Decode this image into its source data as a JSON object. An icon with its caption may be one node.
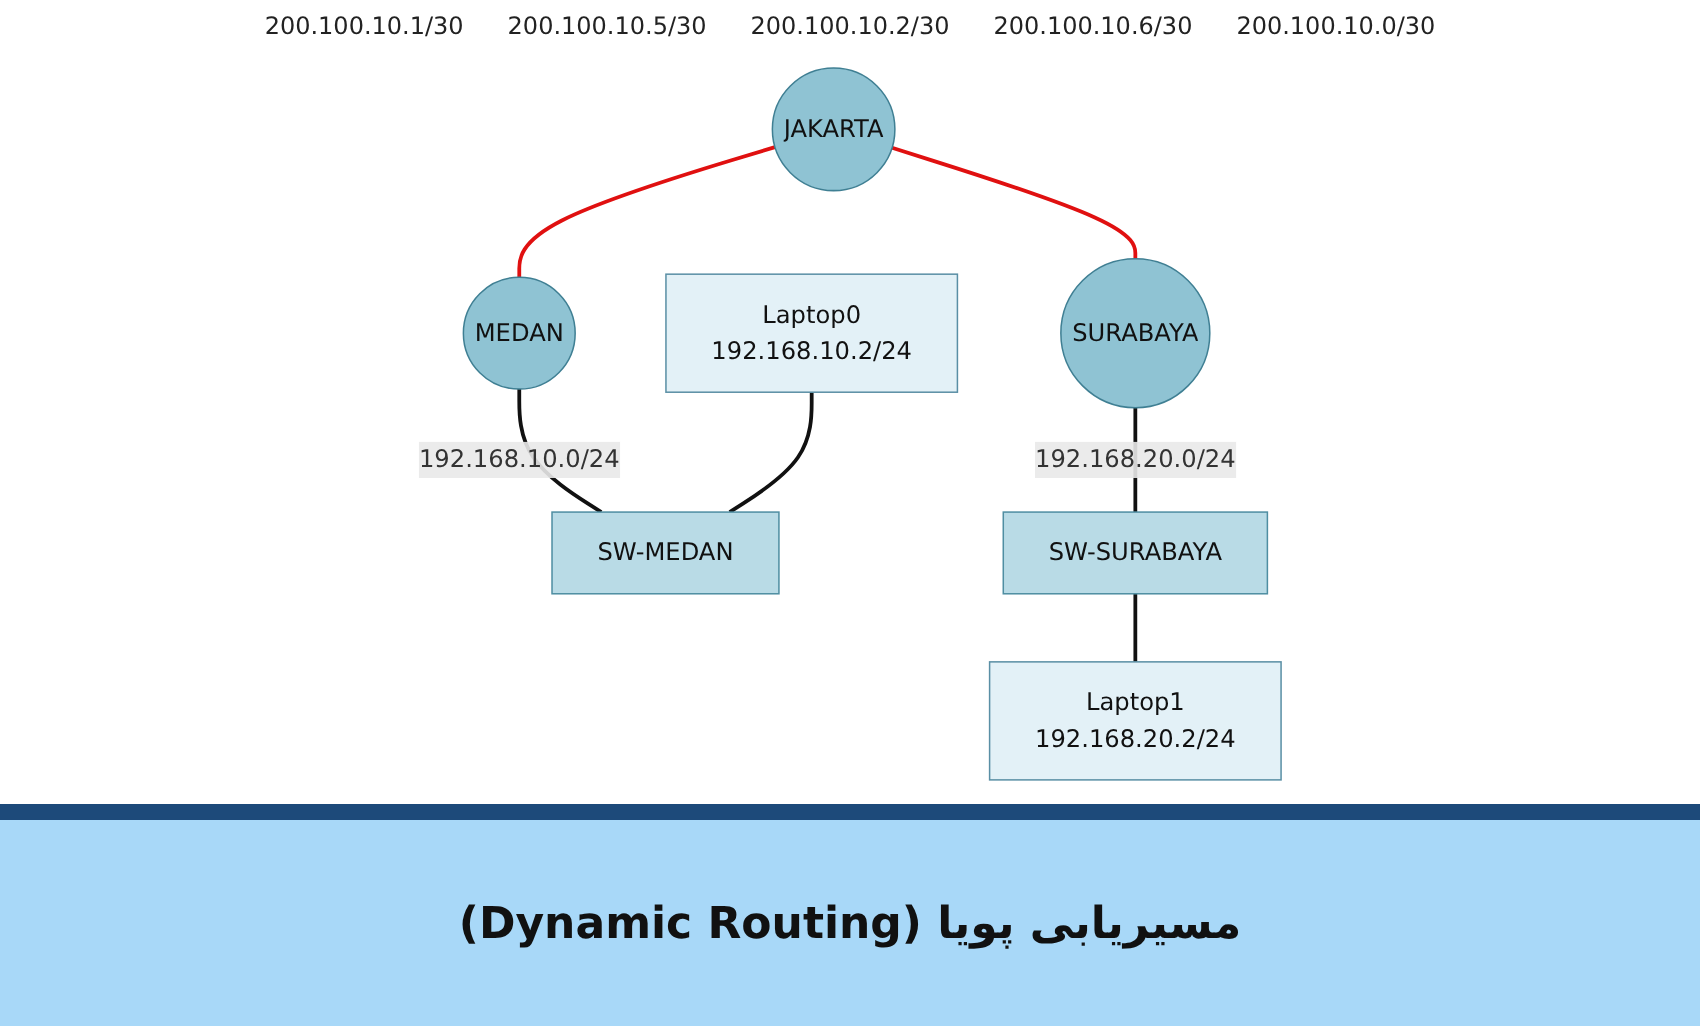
{
  "diagram": {
    "title": "مسیریابی پویا (Dynamic Routing)",
    "nodes": [
      {
        "text": [
          "JAKARTA"
        ]
      },
      {
        "text": [
          "MEDAN"
        ]
      },
      {
        "text": [
          "SURABAYA"
        ]
      },
      {
        "text": [
          "Laptop0",
          "192.168.10.2/24"
        ]
      },
      {
        "text": [
          "SW-MEDAN"
        ]
      },
      {
        "text": [
          "SW-SURABAYA"
        ]
      },
      {
        "text": [
          "Laptop1",
          "192.168.20.2/24"
        ]
      }
    ],
    "edges": [
      {
        "from": 0,
        "to": 1,
        "arrow": "none",
        "color": "#e01010"
      },
      {
        "from": 0,
        "to": 2,
        "arrow": "none",
        "color": "#e01010"
      },
      {
        "from": 1,
        "to": 4,
        "arrow": "none",
        "label": "192.168.10.0/24"
      },
      {
        "from": 3,
        "to": 4,
        "arrow": "none"
      },
      {
        "from": 2,
        "to": 5,
        "arrow": "none",
        "label": "192.168.20.0/24"
      },
      {
        "from": 5,
        "to": 6,
        "arrow": "none"
      }
    ],
    "labels": [
      "200.100.10.1/30",
      "200.100.10.5/30",
      "200.100.10.2/30",
      "200.100.10.6/30",
      "200.100.10.0/30"
    ]
  }
}
